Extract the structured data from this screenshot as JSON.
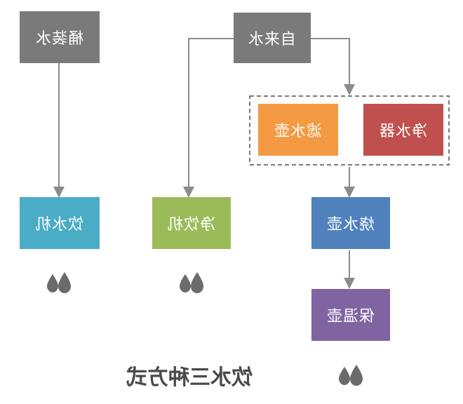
{
  "nodes": {
    "bottled_water": "桶装水",
    "tap_water": "自来水",
    "filter_kettle": "滤水壶",
    "water_purifier": "净水器",
    "water_dispenser": "饮水机",
    "purified_dispenser": "净饮机",
    "boiling_kettle": "烧水壶",
    "thermos_pot": "保温壶"
  },
  "caption": "饮水三种方式",
  "colors": {
    "source": "#7a7a7a",
    "filter_kettle": "#f39a42",
    "water_purifier": "#c0504d",
    "water_dispenser": "#4bacc6",
    "purified_dispenser": "#9bbb59",
    "boiling_kettle": "#4f81bd",
    "thermos_pot": "#8064a2",
    "lines": "#8c8c8c",
    "drops": "#6b6b6b"
  },
  "icons": [
    "water-drops-icon",
    "water-drops-icon",
    "water-drops-icon"
  ]
}
